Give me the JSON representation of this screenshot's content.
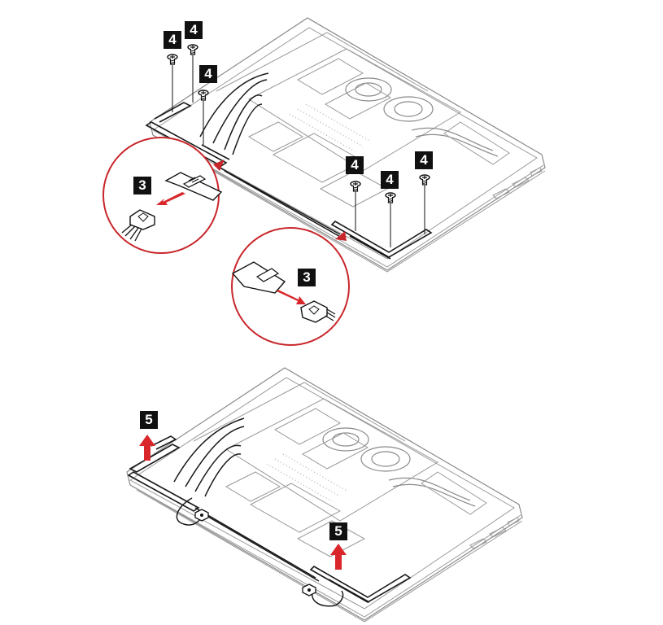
{
  "callouts": {
    "top_screw_a": "4",
    "top_screw_b": "4",
    "top_screw_c": "4",
    "top_screw_d": "4",
    "top_screw_e": "4",
    "top_screw_f": "4",
    "top_disconnect_left": "3",
    "top_disconnect_right": "3",
    "bottom_lift_left": "5",
    "bottom_lift_right": "5"
  },
  "colors": {
    "accent": "#d9262b",
    "line": "#1a1a1a",
    "chassis": "#9a9a9a",
    "callout_bg": "#111111"
  },
  "icons": [
    "screw-icon",
    "connector-icon",
    "arrow-icon",
    "zoom-circle-icon"
  ]
}
